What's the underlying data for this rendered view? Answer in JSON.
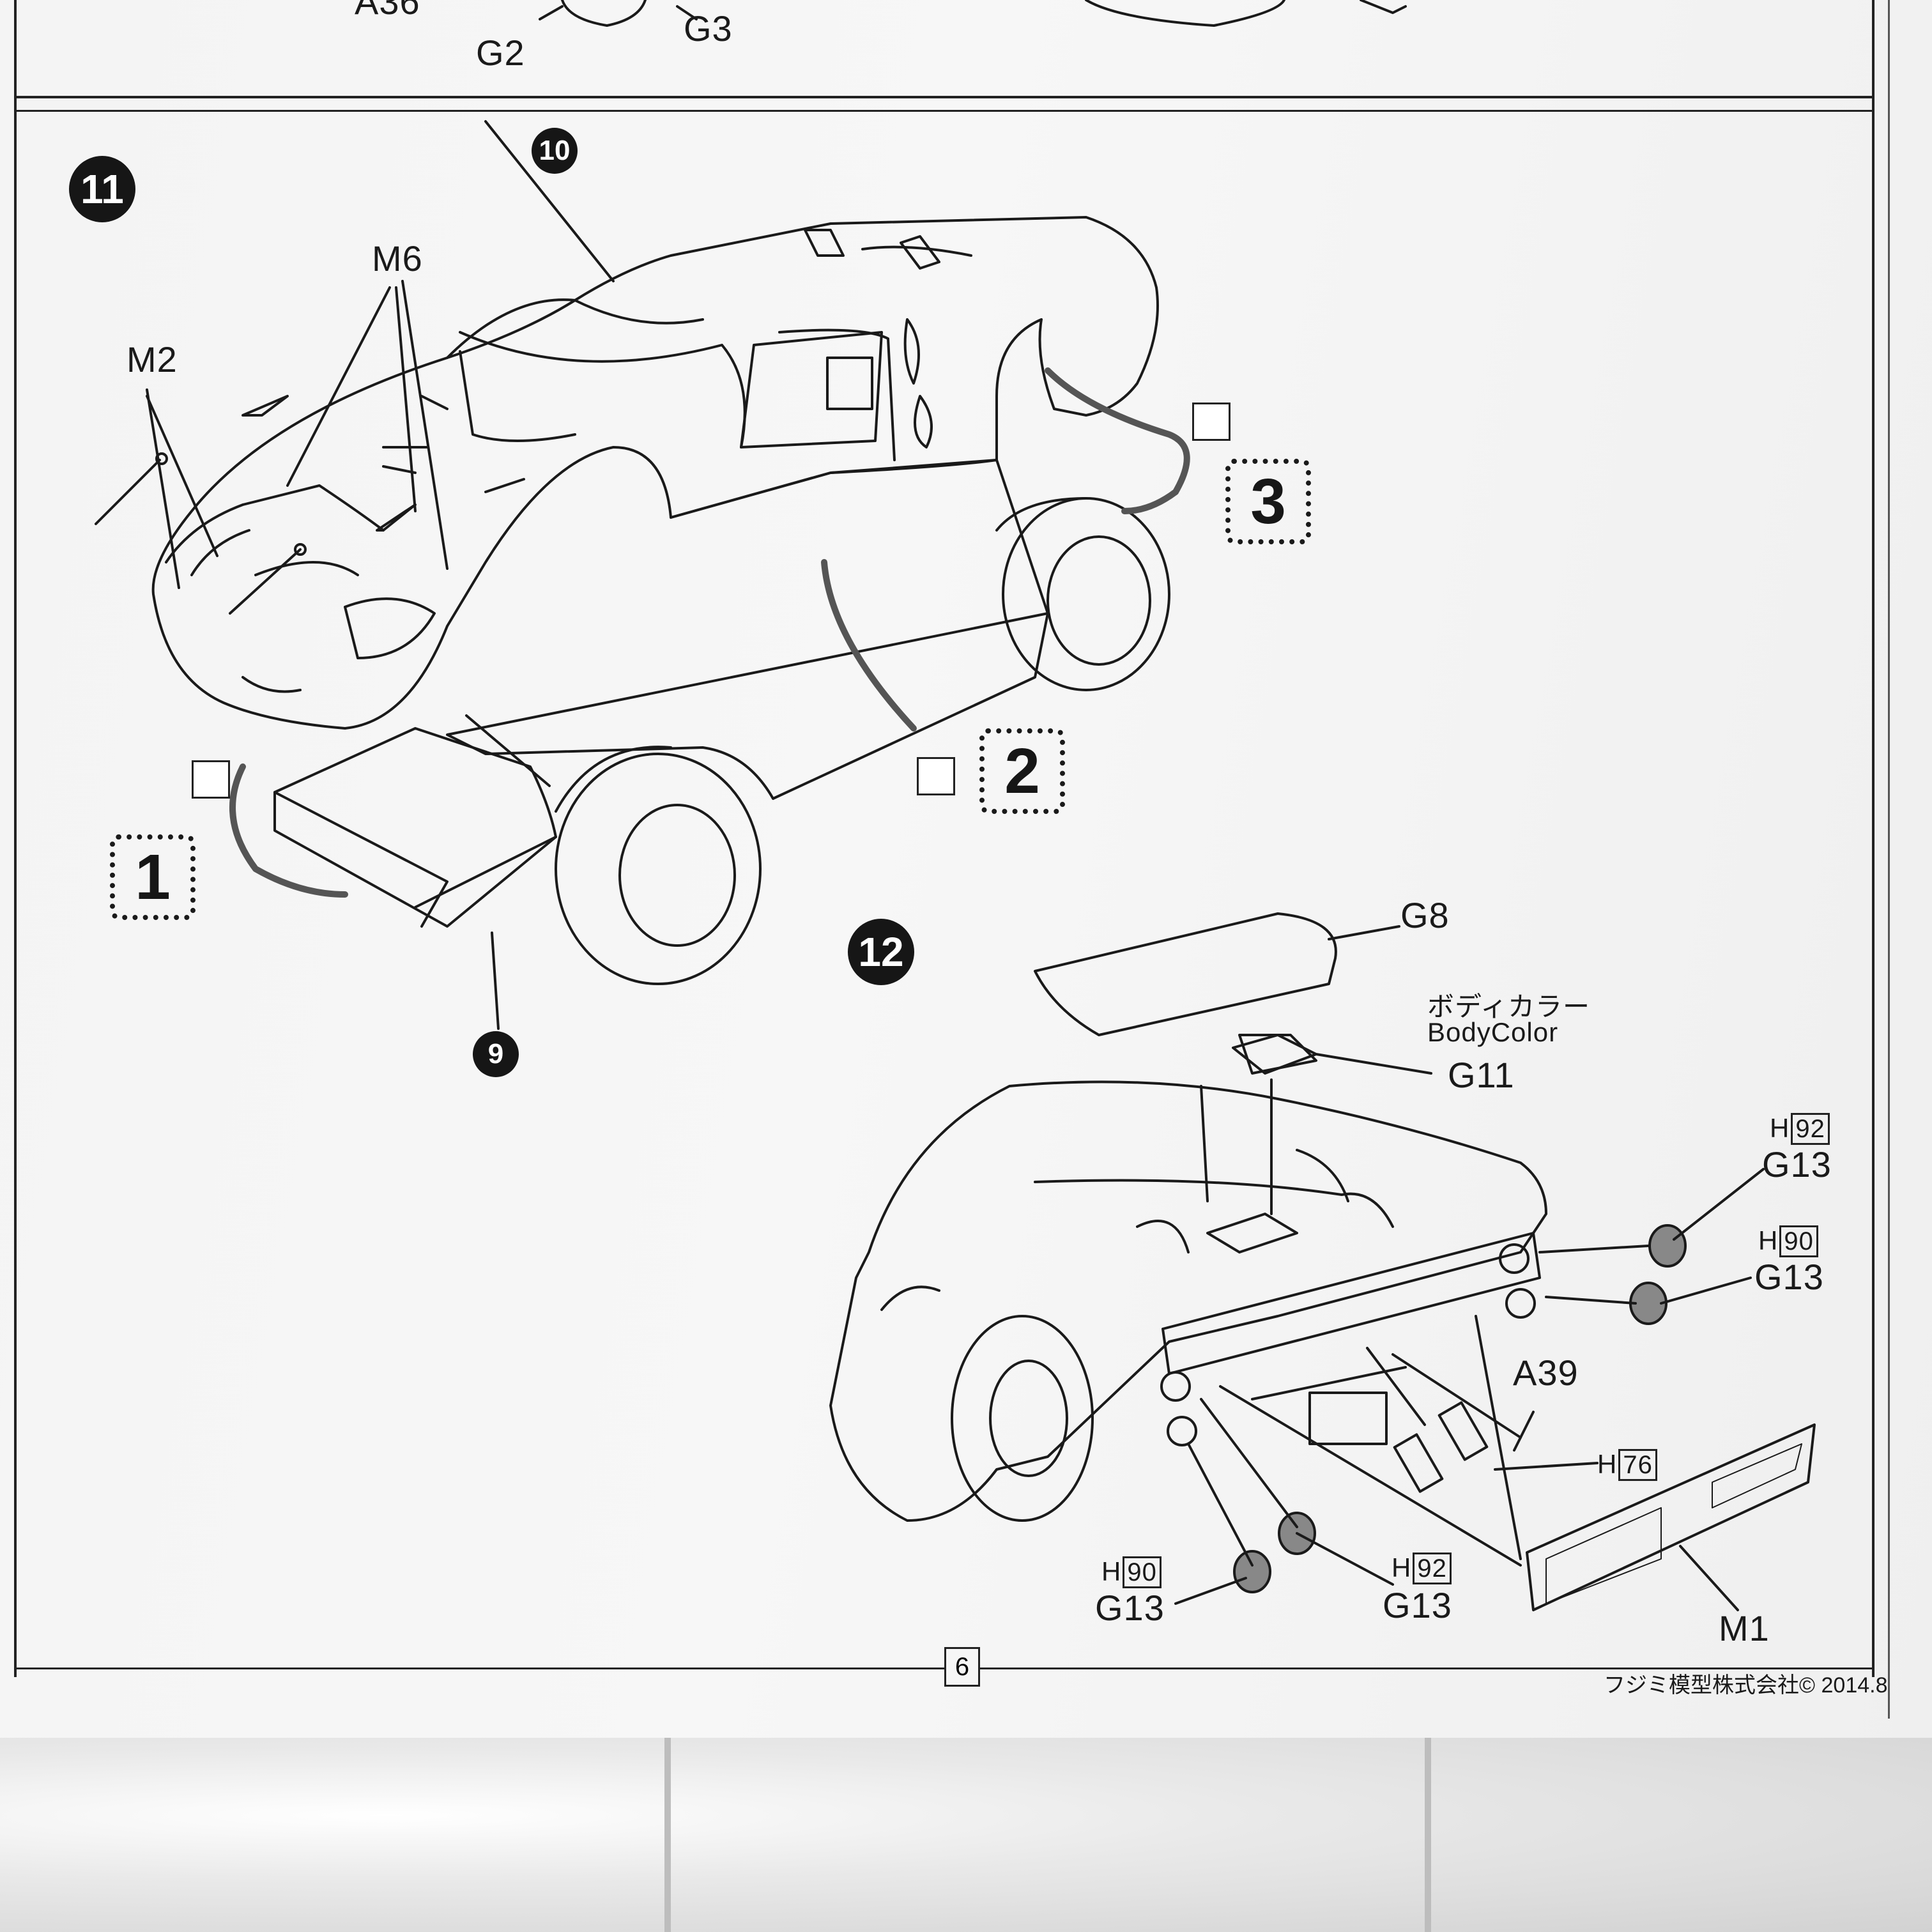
{
  "top_labels": {
    "a36": "A36",
    "g2": "G2",
    "g3": "G3"
  },
  "step11": {
    "number": "11",
    "sub_10": "10",
    "sub_9": "9",
    "m2": "M2",
    "m6": "M6",
    "glue_points": [
      "1",
      "2",
      "3"
    ]
  },
  "step12": {
    "number": "12",
    "g8": "G8",
    "bodycolor_jp": "ボディカラー",
    "bodycolor_en": "BodyColor",
    "g11": "G11",
    "a39": "A39",
    "m1": "M1",
    "g13": "G13",
    "h_prefix": "H",
    "h92": "92",
    "h90": "90",
    "h76": "76"
  },
  "page_number": "6",
  "footer": "フジミ模型株式会社© 2014.8"
}
